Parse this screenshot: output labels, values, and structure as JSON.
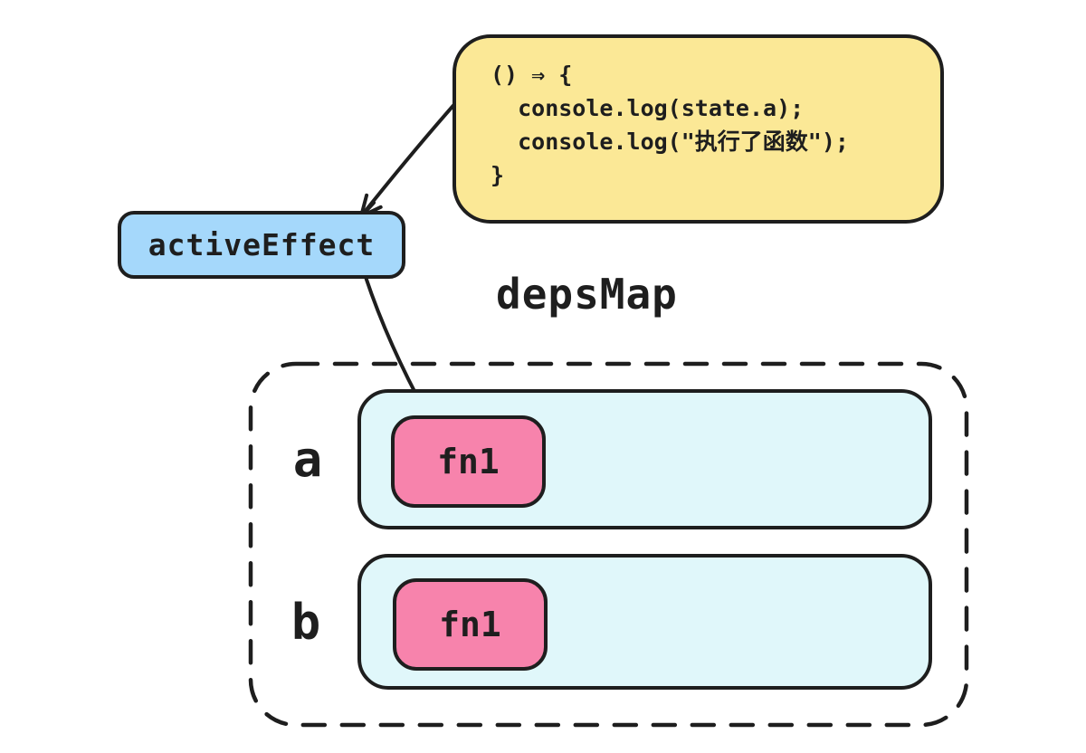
{
  "colors": {
    "box_yellow": "#FBE896",
    "box_blue": "#A5D8FB",
    "box_cyan": "#E0F7FA",
    "box_pink": "#F783AC",
    "stroke": "#1E1E1E",
    "background": "#FFFFFF"
  },
  "effect_code": {
    "code": "() ⇒ {\n  console.log(state.a);\n  console.log(\"执行了函数\");\n}"
  },
  "active_effect": {
    "label": "activeEffect"
  },
  "deps_map": {
    "title": "depsMap",
    "entries": [
      {
        "key": "a",
        "deps": [
          "fn1"
        ]
      },
      {
        "key": "b",
        "deps": [
          "fn1"
        ]
      }
    ]
  }
}
